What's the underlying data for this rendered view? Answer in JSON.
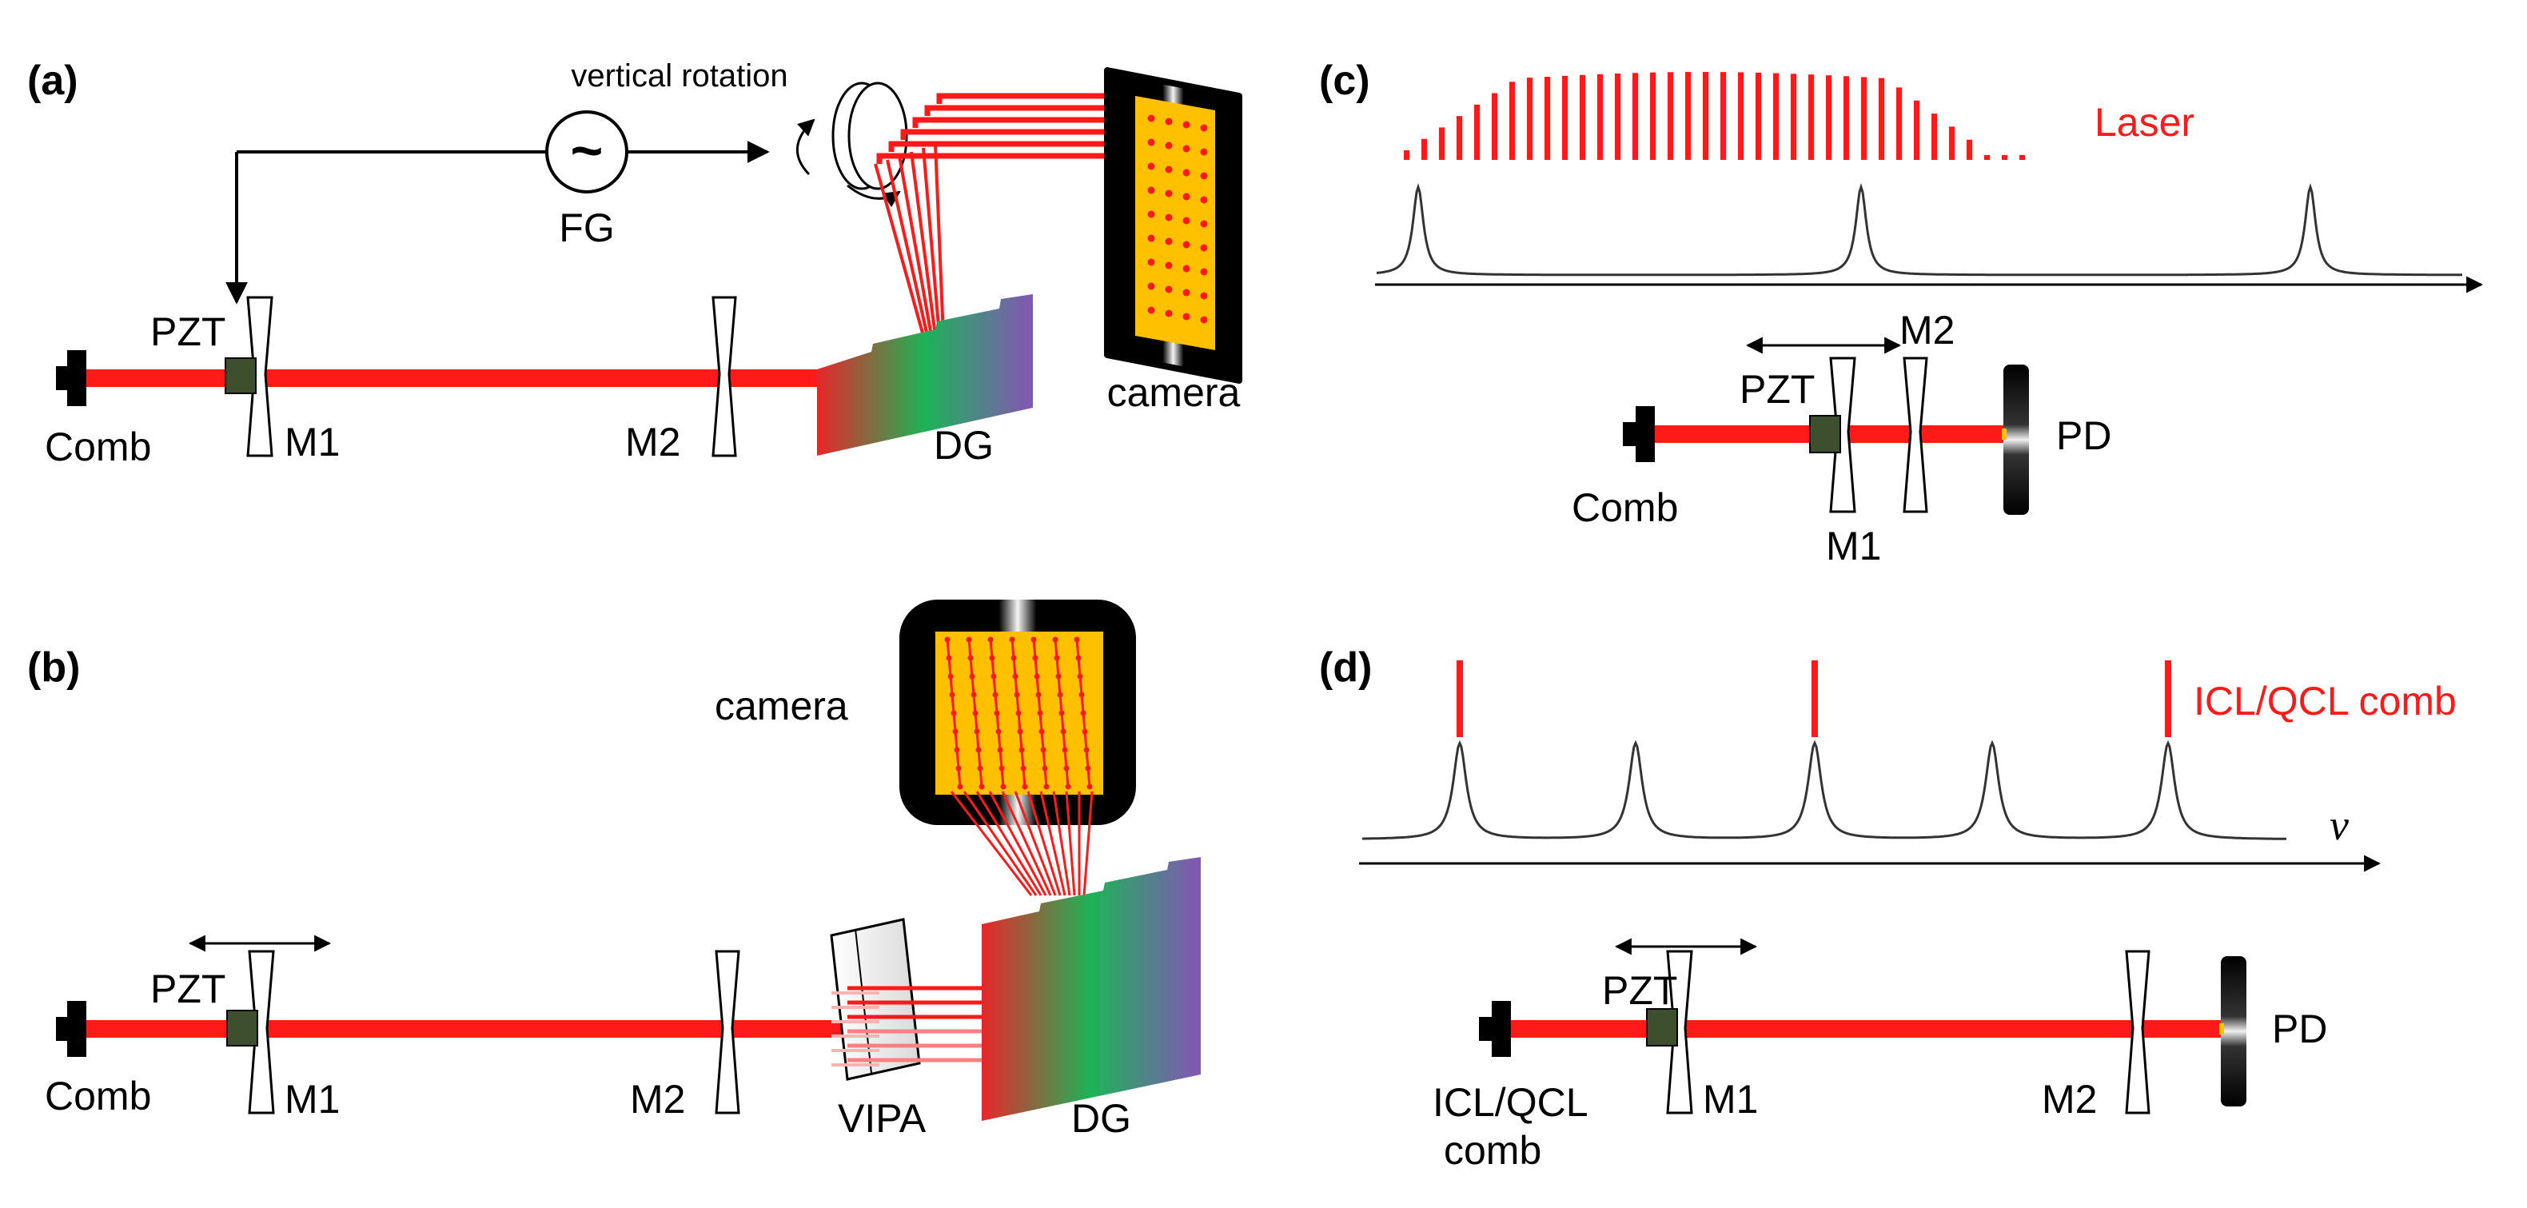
{
  "colors": {
    "beam": "#ff1a1a",
    "pzt": "#3d4f2c",
    "camera_sensor": "#ffc000",
    "grating_gradient": [
      "#e8262a",
      "#1cb457",
      "#8455b6"
    ]
  },
  "panels": {
    "a": {
      "tag": "(a)",
      "vertical_rotation": "vertical rotation",
      "fg_symbol": "~",
      "fg": "FG",
      "pzt": "PZT",
      "comb": "Comb",
      "m1": "M1",
      "m2": "M2",
      "dg": "DG",
      "camera": "camera"
    },
    "b": {
      "tag": "(b)",
      "camera": "camera",
      "pzt": "PZT",
      "comb": "Comb",
      "m1": "M1",
      "m2": "M2",
      "vipa": "VIPA",
      "dg": "DG"
    },
    "c": {
      "tag": "(c)",
      "laser": "Laser",
      "pzt": "PZT",
      "m2": "M2",
      "comb": "Comb",
      "m1": "M1",
      "pd": "PD"
    },
    "d": {
      "tag": "(d)",
      "comb_label": "ICL/QCL comb",
      "nu": "ν",
      "pzt": "PZT",
      "source_line1": "ICL/QCL",
      "source_line2": "comb",
      "m1": "M1",
      "m2": "M2",
      "pd": "PD"
    }
  }
}
